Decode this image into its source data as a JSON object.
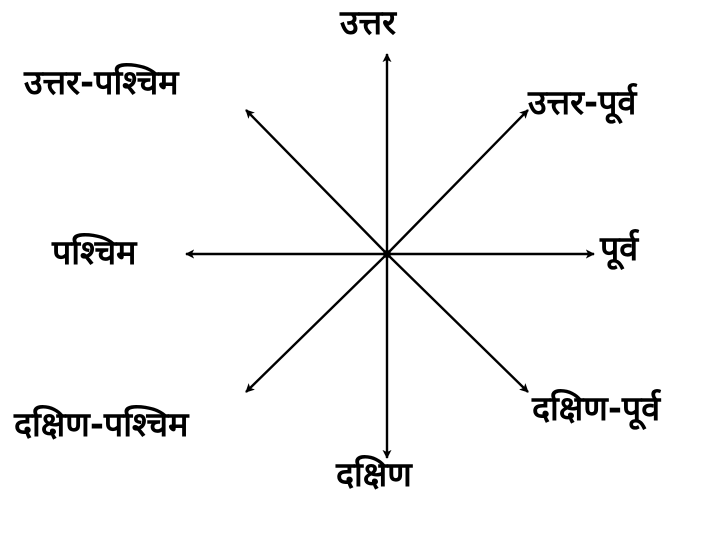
{
  "directions": {
    "north": "उत्तर",
    "north_east": "उत्तर-पूर्व",
    "east": "पूर्व",
    "south_east": "दक्षिण-पूर्व",
    "south": "दक्षिण",
    "south_west": "दक्षिण-पश्चिम",
    "west": "पश्चिम",
    "north_west": "उत्तर-पश्चिम"
  },
  "colors": {
    "ink": "#000000",
    "background": "#ffffff"
  }
}
